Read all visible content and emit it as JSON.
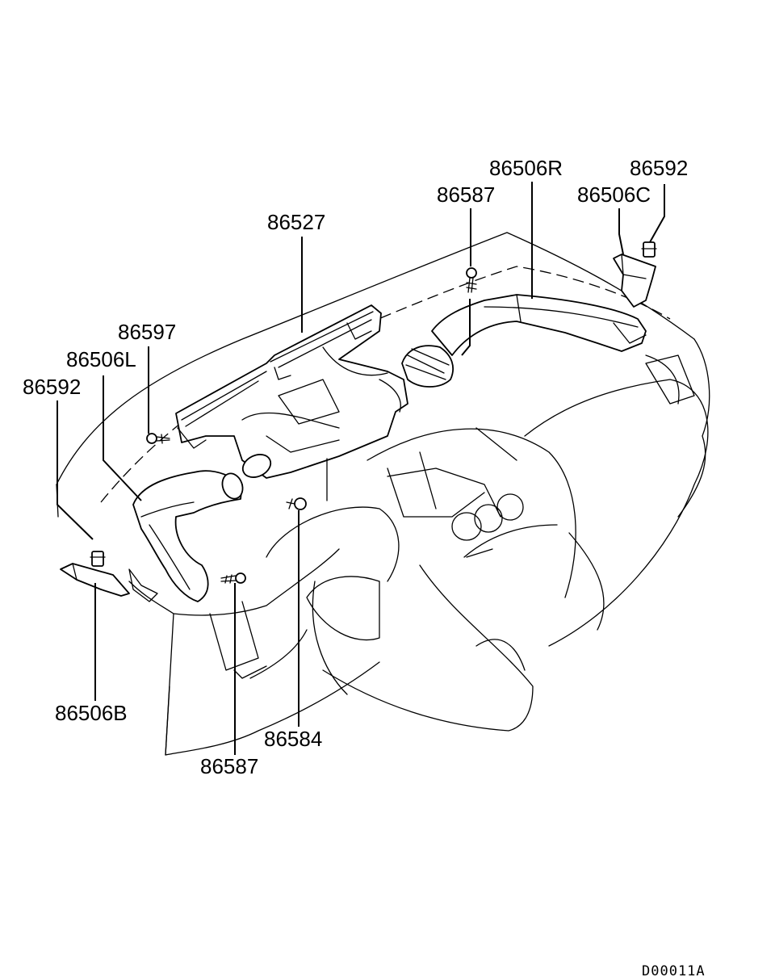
{
  "diagram": {
    "callouts": {
      "p86506R": "86506R",
      "p86592_right": "86592",
      "p86587_top": "86587",
      "p86506C": "86506C",
      "p86527": "86527",
      "p86597": "86597",
      "p86506L": "86506L",
      "p86592_left": "86592",
      "p86506B": "86506B",
      "p86584": "86584",
      "p86587_bottom": "86587"
    },
    "drawing_code": "D00011A"
  }
}
